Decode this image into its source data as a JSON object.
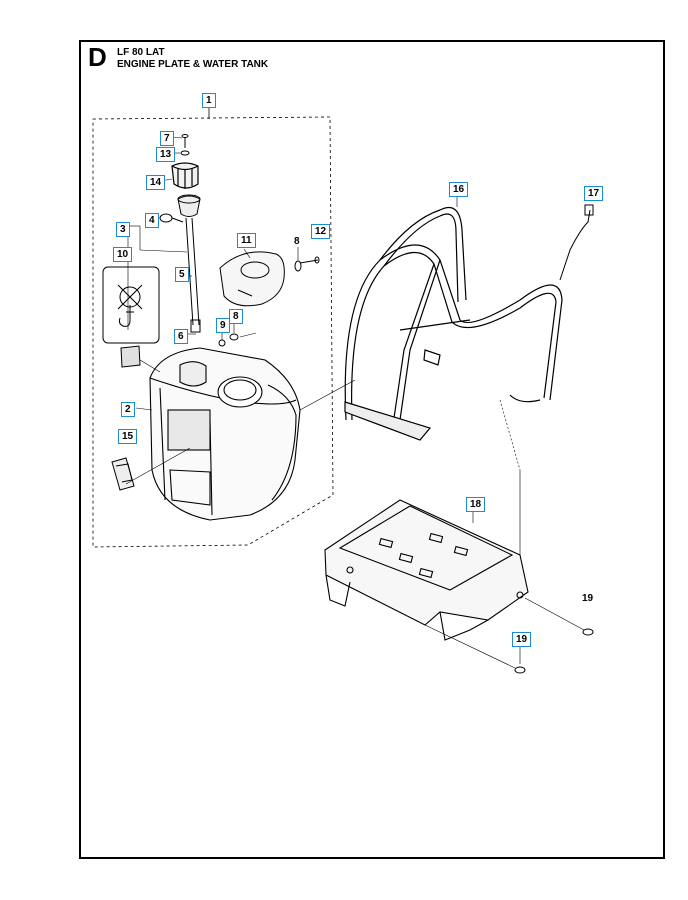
{
  "header": {
    "section_letter": "D",
    "model": "LF 80 LAT",
    "title": "ENGINE PLATE & WATER TANK"
  },
  "callouts": {
    "c1": "1",
    "c2": "2",
    "c3": "3",
    "c4": "4",
    "c5": "5",
    "c6": "6",
    "c7": "7",
    "c8a": "8",
    "c8b": "8",
    "c9": "9",
    "c10": "10",
    "c11": "11",
    "c12": "12",
    "c13": "13",
    "c14": "14",
    "c15": "15",
    "c16": "16",
    "c17": "17",
    "c18": "18",
    "c19a": "19",
    "c19b": "19"
  }
}
